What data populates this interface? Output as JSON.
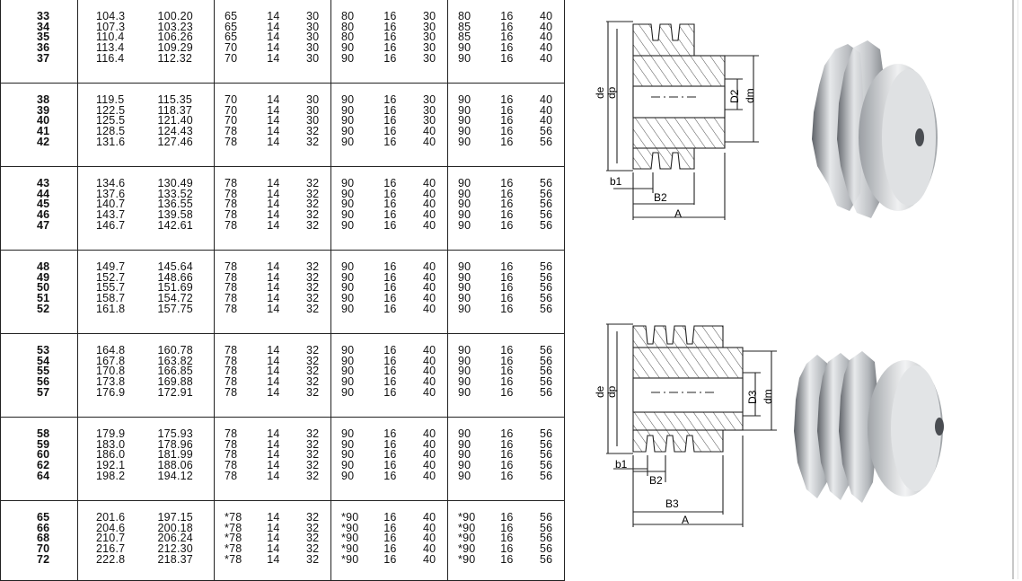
{
  "table": {
    "groups": [
      {
        "z": [
          "33",
          "34",
          "35",
          "36",
          "37"
        ],
        "de": [
          "104.3",
          "107.3",
          "110.4",
          "113.4",
          "116.4"
        ],
        "dp": [
          "100.20",
          "103.23",
          "106.26",
          "109.29",
          "112.32"
        ],
        "g1": [
          [
            "65",
            "14",
            "30"
          ],
          [
            "65",
            "14",
            "30"
          ],
          [
            "65",
            "14",
            "30"
          ],
          [
            "70",
            "14",
            "30"
          ],
          [
            "70",
            "14",
            "30"
          ]
        ],
        "g2": [
          [
            "80",
            "16",
            "30"
          ],
          [
            "80",
            "16",
            "30"
          ],
          [
            "80",
            "16",
            "30"
          ],
          [
            "90",
            "16",
            "30"
          ],
          [
            "90",
            "16",
            "30"
          ]
        ],
        "g3": [
          [
            "80",
            "16",
            "40"
          ],
          [
            "85",
            "16",
            "40"
          ],
          [
            "85",
            "16",
            "40"
          ],
          [
            "90",
            "16",
            "40"
          ],
          [
            "90",
            "16",
            "40"
          ]
        ]
      },
      {
        "z": [
          "38",
          "39",
          "40",
          "41",
          "42"
        ],
        "de": [
          "119.5",
          "122.5",
          "125.5",
          "128.5",
          "131.6"
        ],
        "dp": [
          "115.35",
          "118.37",
          "121.40",
          "124.43",
          "127.46"
        ],
        "g1": [
          [
            "70",
            "14",
            "30"
          ],
          [
            "70",
            "14",
            "30"
          ],
          [
            "70",
            "14",
            "30"
          ],
          [
            "78",
            "14",
            "32"
          ],
          [
            "78",
            "14",
            "32"
          ]
        ],
        "g2": [
          [
            "90",
            "16",
            "30"
          ],
          [
            "90",
            "16",
            "30"
          ],
          [
            "90",
            "16",
            "30"
          ],
          [
            "90",
            "16",
            "40"
          ],
          [
            "90",
            "16",
            "40"
          ]
        ],
        "g3": [
          [
            "90",
            "16",
            "40"
          ],
          [
            "90",
            "16",
            "40"
          ],
          [
            "90",
            "16",
            "40"
          ],
          [
            "90",
            "16",
            "56"
          ],
          [
            "90",
            "16",
            "56"
          ]
        ]
      },
      {
        "z": [
          "43",
          "44",
          "45",
          "46",
          "47"
        ],
        "de": [
          "134.6",
          "137.6",
          "140.7",
          "143.7",
          "146.7"
        ],
        "dp": [
          "130.49",
          "133.52",
          "136.55",
          "139.58",
          "142.61"
        ],
        "g1": [
          [
            "78",
            "14",
            "32"
          ],
          [
            "78",
            "14",
            "32"
          ],
          [
            "78",
            "14",
            "32"
          ],
          [
            "78",
            "14",
            "32"
          ],
          [
            "78",
            "14",
            "32"
          ]
        ],
        "g2": [
          [
            "90",
            "16",
            "40"
          ],
          [
            "90",
            "16",
            "40"
          ],
          [
            "90",
            "16",
            "40"
          ],
          [
            "90",
            "16",
            "40"
          ],
          [
            "90",
            "16",
            "40"
          ]
        ],
        "g3": [
          [
            "90",
            "16",
            "56"
          ],
          [
            "90",
            "16",
            "56"
          ],
          [
            "90",
            "16",
            "56"
          ],
          [
            "90",
            "16",
            "56"
          ],
          [
            "90",
            "16",
            "56"
          ]
        ]
      },
      {
        "z": [
          "48",
          "49",
          "50",
          "51",
          "52"
        ],
        "de": [
          "149.7",
          "152.7",
          "155.7",
          "158.7",
          "161.8"
        ],
        "dp": [
          "145.64",
          "148.66",
          "151.69",
          "154.72",
          "157.75"
        ],
        "g1": [
          [
            "78",
            "14",
            "32"
          ],
          [
            "78",
            "14",
            "32"
          ],
          [
            "78",
            "14",
            "32"
          ],
          [
            "78",
            "14",
            "32"
          ],
          [
            "78",
            "14",
            "32"
          ]
        ],
        "g2": [
          [
            "90",
            "16",
            "40"
          ],
          [
            "90",
            "16",
            "40"
          ],
          [
            "90",
            "16",
            "40"
          ],
          [
            "90",
            "16",
            "40"
          ],
          [
            "90",
            "16",
            "40"
          ]
        ],
        "g3": [
          [
            "90",
            "16",
            "56"
          ],
          [
            "90",
            "16",
            "56"
          ],
          [
            "90",
            "16",
            "56"
          ],
          [
            "90",
            "16",
            "56"
          ],
          [
            "90",
            "16",
            "56"
          ]
        ]
      },
      {
        "z": [
          "53",
          "54",
          "55",
          "56",
          "57"
        ],
        "de": [
          "164.8",
          "167.8",
          "170.8",
          "173.8",
          "176.9"
        ],
        "dp": [
          "160.78",
          "163.82",
          "166.85",
          "169.88",
          "172.91"
        ],
        "g1": [
          [
            "78",
            "14",
            "32"
          ],
          [
            "78",
            "14",
            "32"
          ],
          [
            "78",
            "14",
            "32"
          ],
          [
            "78",
            "14",
            "32"
          ],
          [
            "78",
            "14",
            "32"
          ]
        ],
        "g2": [
          [
            "90",
            "16",
            "40"
          ],
          [
            "90",
            "16",
            "40"
          ],
          [
            "90",
            "16",
            "40"
          ],
          [
            "90",
            "16",
            "40"
          ],
          [
            "90",
            "16",
            "40"
          ]
        ],
        "g3": [
          [
            "90",
            "16",
            "56"
          ],
          [
            "90",
            "16",
            "56"
          ],
          [
            "90",
            "16",
            "56"
          ],
          [
            "90",
            "16",
            "56"
          ],
          [
            "90",
            "16",
            "56"
          ]
        ]
      },
      {
        "z": [
          "58",
          "59",
          "60",
          "62",
          "64"
        ],
        "de": [
          "179.9",
          "183.0",
          "186.0",
          "192.1",
          "198.2"
        ],
        "dp": [
          "175.93",
          "178.96",
          "181.99",
          "188.06",
          "194.12"
        ],
        "g1": [
          [
            "78",
            "14",
            "32"
          ],
          [
            "78",
            "14",
            "32"
          ],
          [
            "78",
            "14",
            "32"
          ],
          [
            "78",
            "14",
            "32"
          ],
          [
            "78",
            "14",
            "32"
          ]
        ],
        "g2": [
          [
            "90",
            "16",
            "40"
          ],
          [
            "90",
            "16",
            "40"
          ],
          [
            "90",
            "16",
            "40"
          ],
          [
            "90",
            "16",
            "40"
          ],
          [
            "90",
            "16",
            "40"
          ]
        ],
        "g3": [
          [
            "90",
            "16",
            "56"
          ],
          [
            "90",
            "16",
            "56"
          ],
          [
            "90",
            "16",
            "56"
          ],
          [
            "90",
            "16",
            "56"
          ],
          [
            "90",
            "16",
            "56"
          ]
        ]
      },
      {
        "z": [
          "65",
          "66",
          "68",
          "70",
          "72"
        ],
        "de": [
          "201.6",
          "204.6",
          "210.7",
          "216.7",
          "222.8"
        ],
        "dp": [
          "197.15",
          "200.18",
          "206.24",
          "212.30",
          "218.37"
        ],
        "g1": [
          [
            "*78",
            "14",
            "32"
          ],
          [
            "*78",
            "14",
            "32"
          ],
          [
            "*78",
            "14",
            "32"
          ],
          [
            "*78",
            "14",
            "32"
          ],
          [
            "*78",
            "14",
            "32"
          ]
        ],
        "g2": [
          [
            "*90",
            "16",
            "40"
          ],
          [
            "*90",
            "16",
            "40"
          ],
          [
            "*90",
            "16",
            "40"
          ],
          [
            "*90",
            "16",
            "40"
          ],
          [
            "*90",
            "16",
            "40"
          ]
        ],
        "g3": [
          [
            "*90",
            "16",
            "56"
          ],
          [
            "*90",
            "16",
            "56"
          ],
          [
            "*90",
            "16",
            "56"
          ],
          [
            "*90",
            "16",
            "56"
          ],
          [
            "*90",
            "16",
            "56"
          ]
        ]
      }
    ]
  },
  "diagram_duplex": {
    "labels": {
      "de": "de",
      "dp": "dp",
      "d2": "D2",
      "dm": "dm",
      "b1": "b1",
      "b2": "B2",
      "a": "A"
    }
  },
  "diagram_triplex": {
    "labels": {
      "de": "de",
      "dp": "dp",
      "d3": "D3",
      "dm": "dm",
      "b1": "b1",
      "b2": "B2",
      "b3": "B3",
      "a": "A"
    }
  },
  "colors": {
    "line": "#222222",
    "metal_light": "#e4e6e8",
    "metal_dark": "#6d7176"
  },
  "icons": {
    "photo_duplex": "duplex-sprocket-photo",
    "photo_triplex": "triplex-sprocket-photo"
  }
}
